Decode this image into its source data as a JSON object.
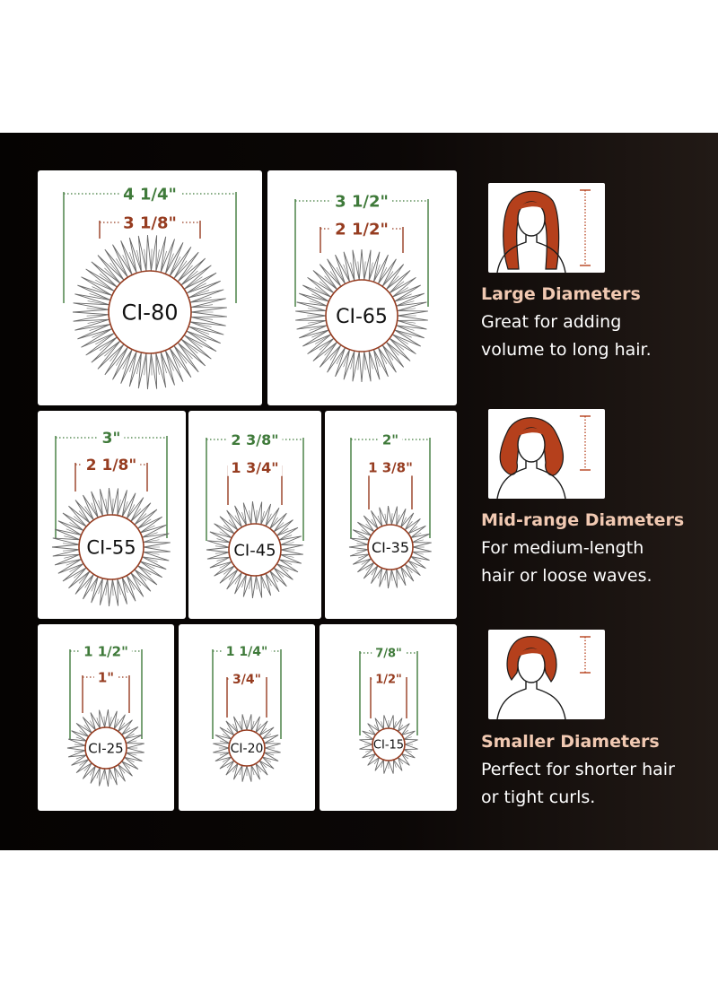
{
  "brushes": [
    {
      "model": "CI-80",
      "outer": "4 1/4\"",
      "inner": "3 1/8\""
    },
    {
      "model": "CI-65",
      "outer": "3 1/2\"",
      "inner": "2 1/2\""
    },
    {
      "model": "CI-55",
      "outer": "3\"",
      "inner": "2 1/8\""
    },
    {
      "model": "CI-45",
      "outer": "2 3/8\"",
      "inner": "1 3/4\""
    },
    {
      "model": "CI-35",
      "outer": "2\"",
      "inner": "1 3/8\""
    },
    {
      "model": "CI-25",
      "outer": "1 1/2\"",
      "inner": "1\""
    },
    {
      "model": "CI-20",
      "outer": "1 1/4\"",
      "inner": "3/4\""
    },
    {
      "model": "CI-15",
      "outer": "7/8\"",
      "inner": "1/2\""
    }
  ],
  "categories": [
    {
      "title": "Large Diameters",
      "lines": [
        "Great for adding",
        "volume to long hair."
      ],
      "hair": "long"
    },
    {
      "title": "Mid-range Diameters",
      "lines": [
        "For medium-length",
        "hair or loose waves."
      ],
      "hair": "medium"
    },
    {
      "title": "Smaller Diameters",
      "lines": [
        "Perfect for shorter hair",
        "or tight curls."
      ],
      "hair": "short"
    }
  ],
  "colors": {
    "background": "#0b0706",
    "card": "#ffffff",
    "outer_dimension": "#3f7a3a",
    "inner_dimension": "#963c20",
    "bristles": "#6a6a6a",
    "hair": "#b5401c",
    "heading": "#f1c9b2",
    "body_text": "#ffffff"
  }
}
